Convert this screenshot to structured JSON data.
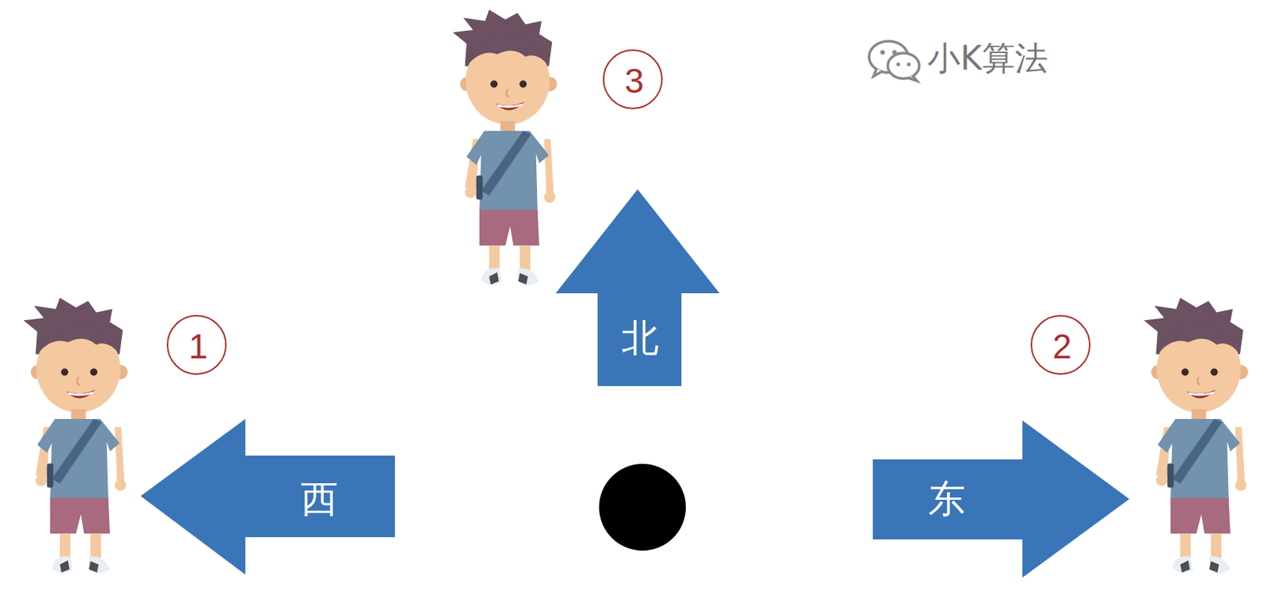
{
  "diagram": {
    "nodes": [
      {
        "text": [
          "3"
        ]
      },
      {
        "text": [
          "北"
        ]
      },
      {
        "text": [
          "1"
        ]
      },
      {
        "text": [
          "西"
        ]
      },
      {
        "text": [
          "东"
        ]
      },
      {
        "text": [
          "2"
        ]
      }
    ],
    "labels": [
      "小K算法"
    ]
  }
}
